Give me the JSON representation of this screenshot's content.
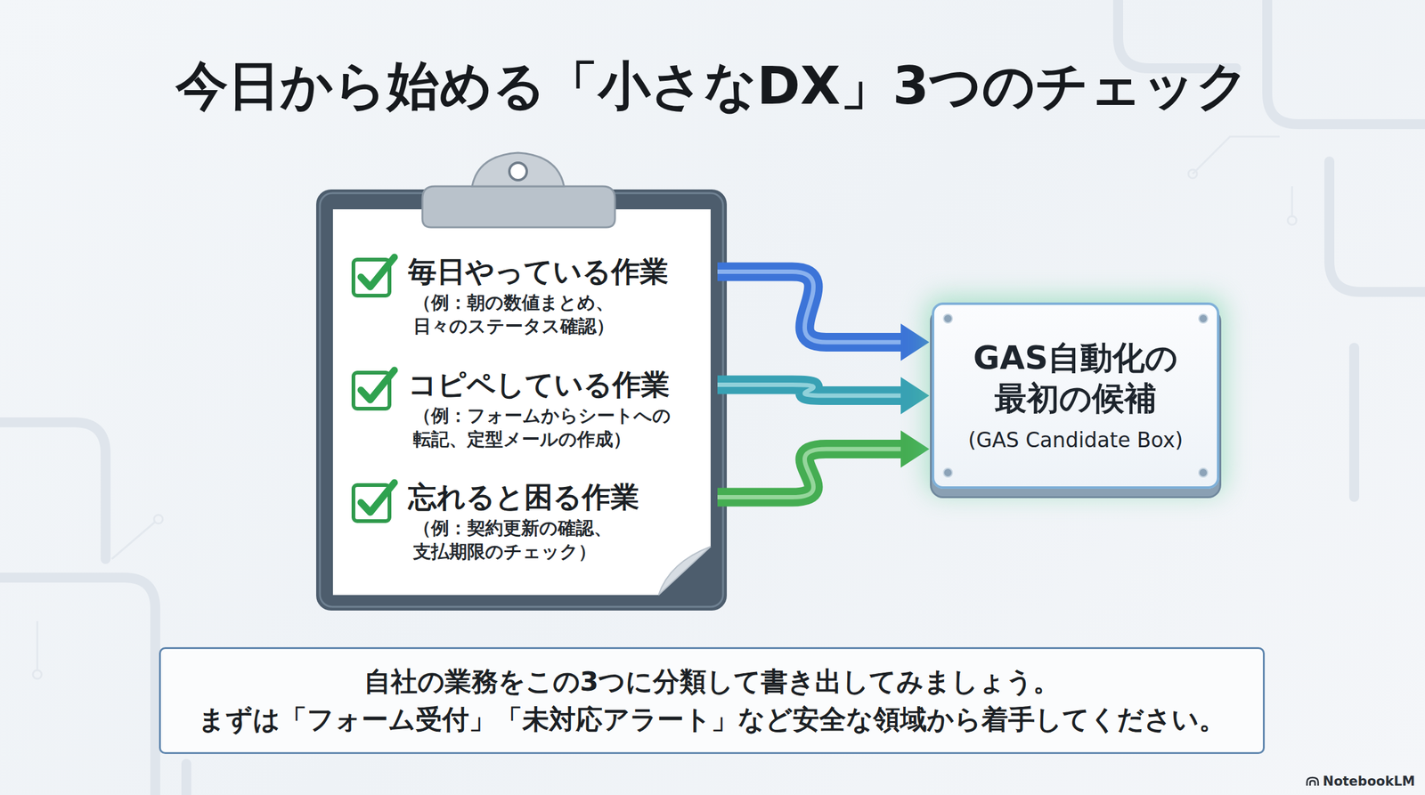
{
  "diagram": {
    "title": "今日から始める「小さなDX」3つのチェック",
    "nodes": [
      {
        "text": [
          "毎日やっている作業",
          "（例：朝の数値まとめ、 日々のステータス確認）"
        ]
      },
      {
        "text": [
          "コピペしている作業",
          "（例：フォームからシートへの 転記、定型メールの作成）"
        ]
      },
      {
        "text": [
          "忘れると困る作業",
          "（例：契約更新の確認、 支払期限のチェック）"
        ]
      },
      {
        "text": [
          "GAS自動化の 最初の候補",
          "(GAS Candidate Box)"
        ]
      },
      {
        "text": [
          "自社の業務をこの3つに分類して書き出してみましょう。 まずは「フォーム受付」「未対応アラート」など安全な領域から着手してください。"
        ]
      }
    ],
    "edges": [
      {
        "from": 0,
        "to": 3,
        "arrow": "to"
      },
      {
        "from": 1,
        "to": 3,
        "arrow": "to"
      },
      {
        "from": 2,
        "to": 3,
        "arrow": "to"
      }
    ],
    "labels": [
      "NotebookLM"
    ]
  }
}
